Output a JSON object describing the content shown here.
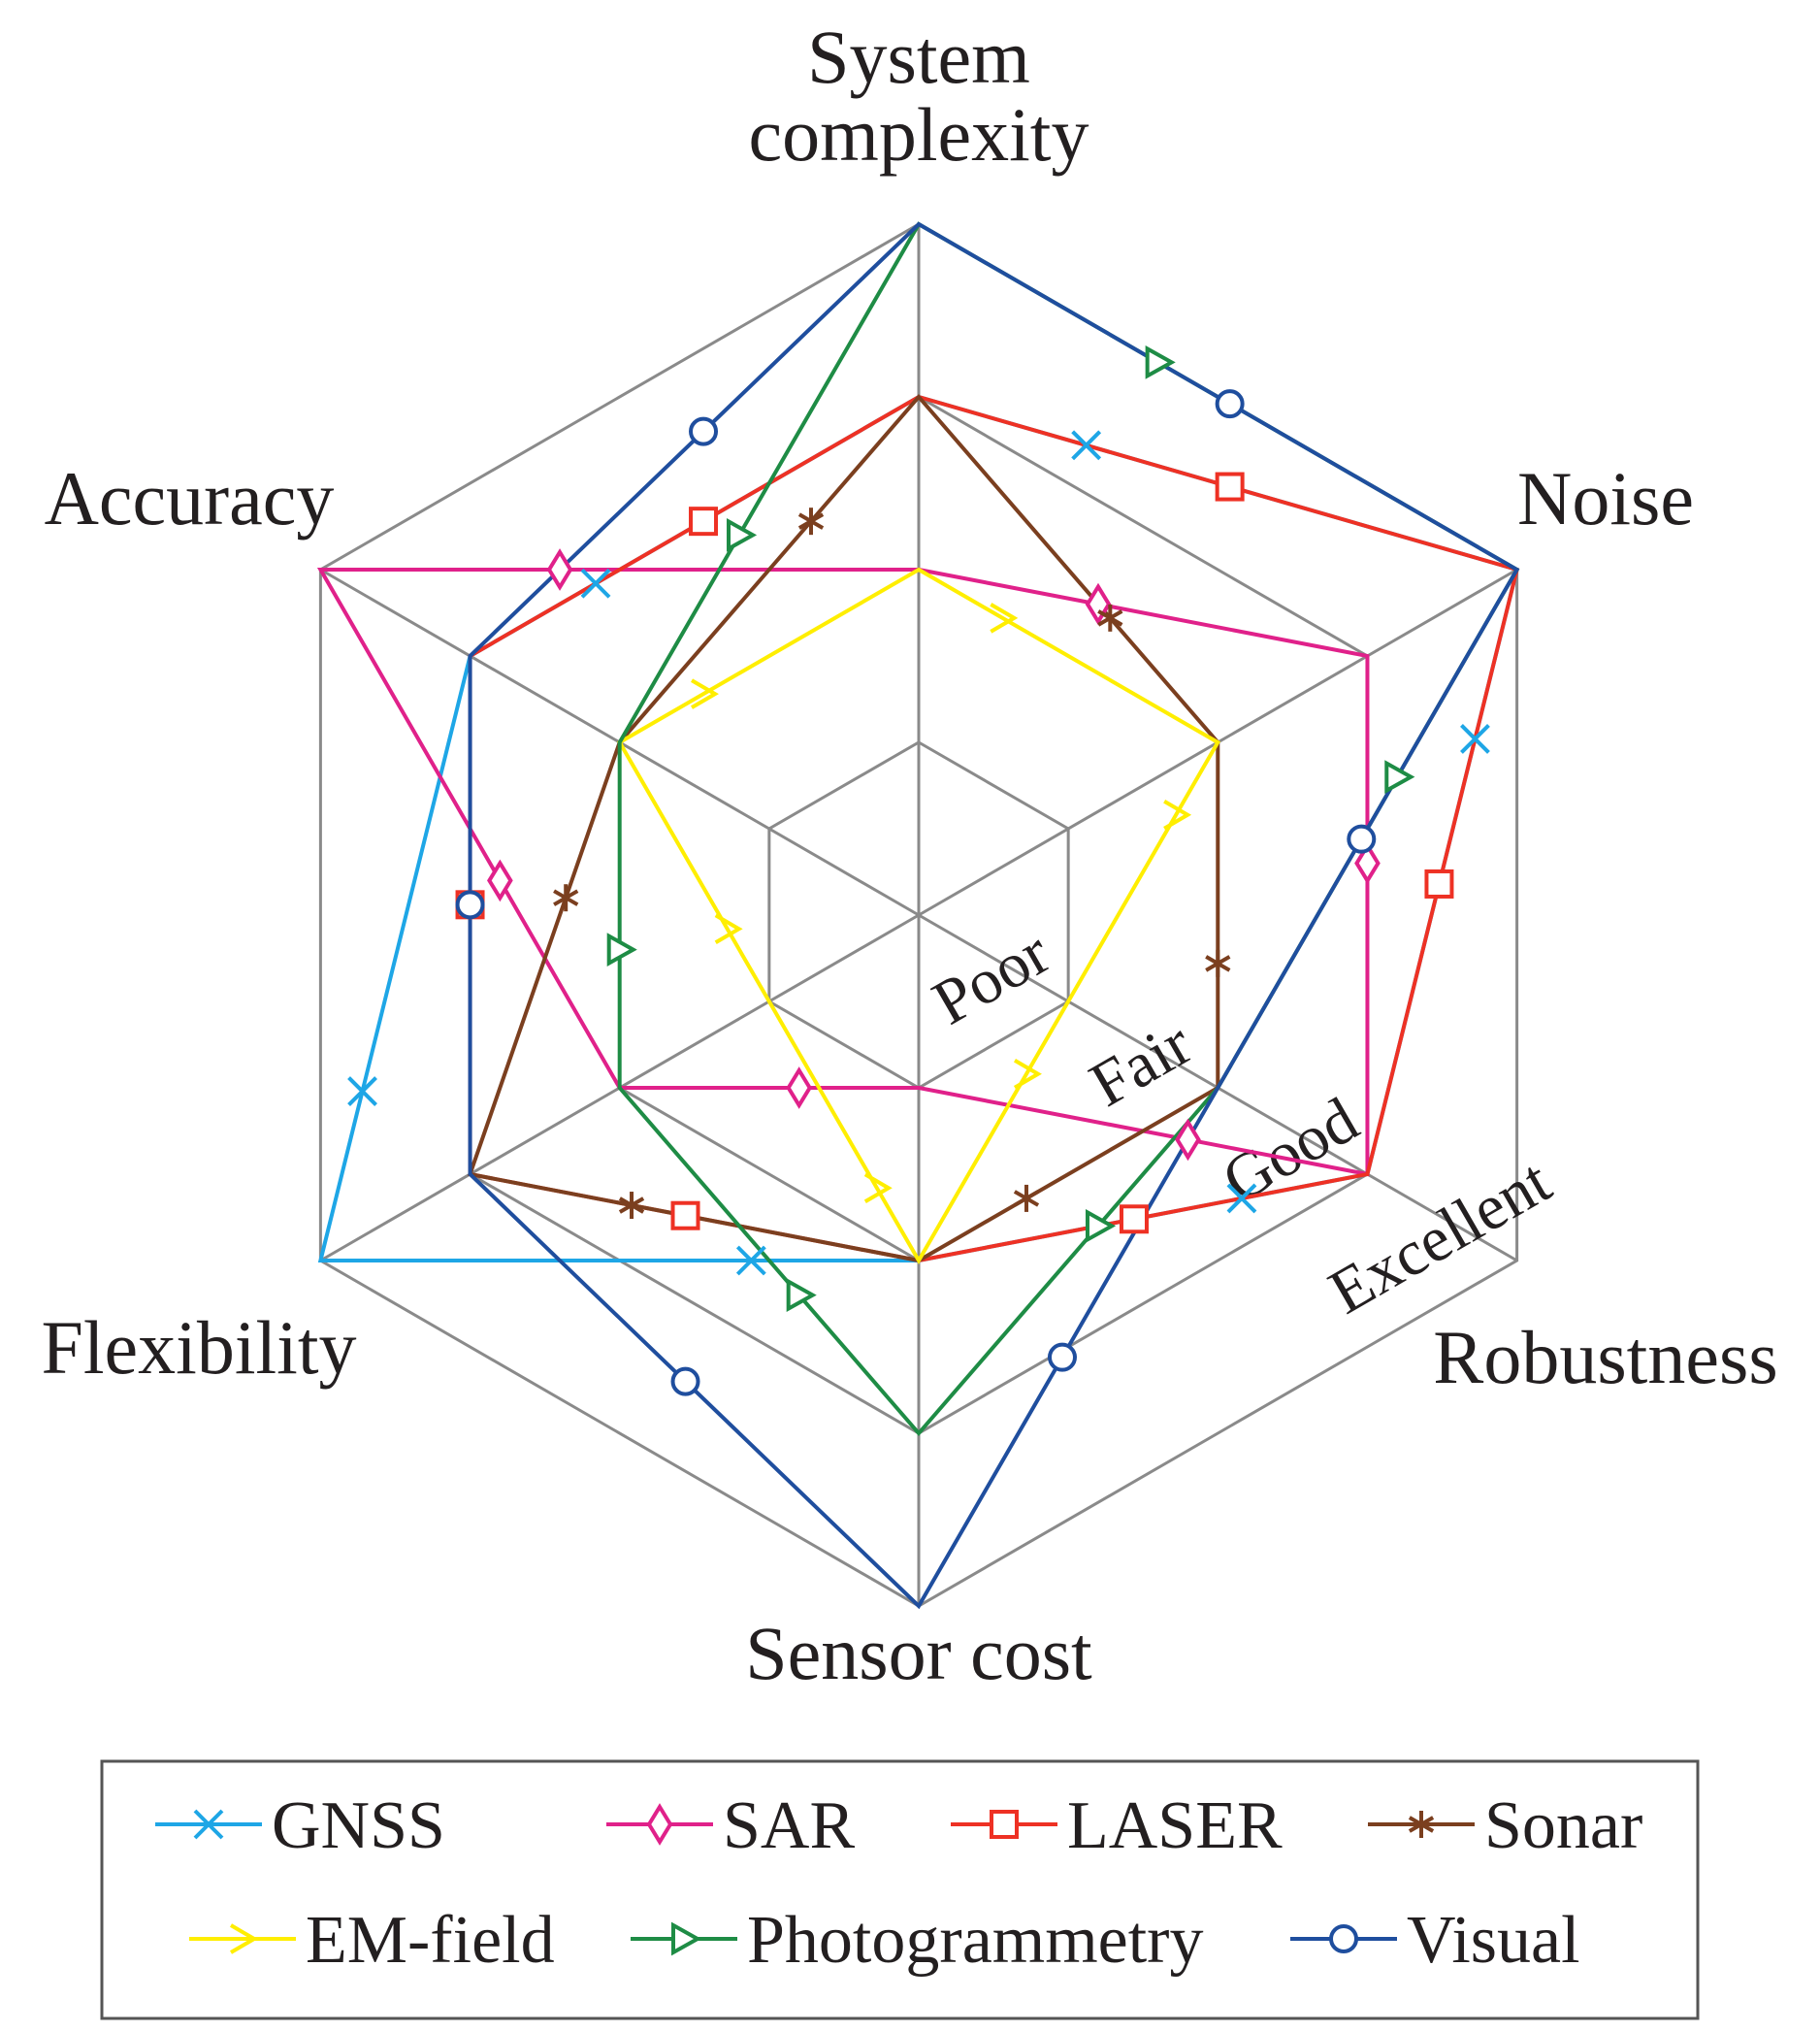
{
  "chart_data": {
    "type": "radar",
    "axes": [
      "System complexity",
      "Noise",
      "Robustness",
      "Sensor cost",
      "Flexibility",
      "Accuracy"
    ],
    "axis_label_lines": [
      [
        "System",
        "complexity"
      ],
      [
        "Noise"
      ],
      [
        "Robustness"
      ],
      [
        "Sensor cost"
      ],
      [
        "Flexibility"
      ],
      [
        "Accuracy"
      ]
    ],
    "levels": [
      "Poor",
      "Fair",
      "Good",
      "Excellent"
    ],
    "range": [
      0,
      4
    ],
    "grid": true,
    "legend_position": "bottom",
    "series": [
      {
        "name": "GNSS",
        "color": "#1ea6e6",
        "marker": "x-icon",
        "values": [
          3,
          4,
          3,
          2,
          4,
          3
        ]
      },
      {
        "name": "SAR",
        "color": "#e0218a",
        "marker": "diamond-icon",
        "values": [
          2,
          3,
          3,
          1,
          2,
          4
        ]
      },
      {
        "name": "LASER",
        "color": "#ee3124",
        "marker": "square-icon",
        "values": [
          3,
          4,
          3,
          2,
          3,
          3
        ]
      },
      {
        "name": "Sonar",
        "color": "#7b3f1f",
        "marker": "asterisk-icon",
        "values": [
          3,
          2,
          2,
          2,
          3,
          2
        ]
      },
      {
        "name": "EM-field",
        "color": "#ffee00",
        "marker": "chevron-icon",
        "values": [
          2,
          2,
          1,
          2,
          1,
          2
        ]
      },
      {
        "name": "Photogrammetry",
        "color": "#1e8c45",
        "marker": "triangle-icon",
        "values": [
          4,
          4,
          2,
          3,
          2,
          2
        ]
      },
      {
        "name": "Visual",
        "color": "#1f4e9e",
        "marker": "circle-icon",
        "values": [
          4,
          4,
          2,
          4,
          3,
          3
        ]
      }
    ]
  }
}
